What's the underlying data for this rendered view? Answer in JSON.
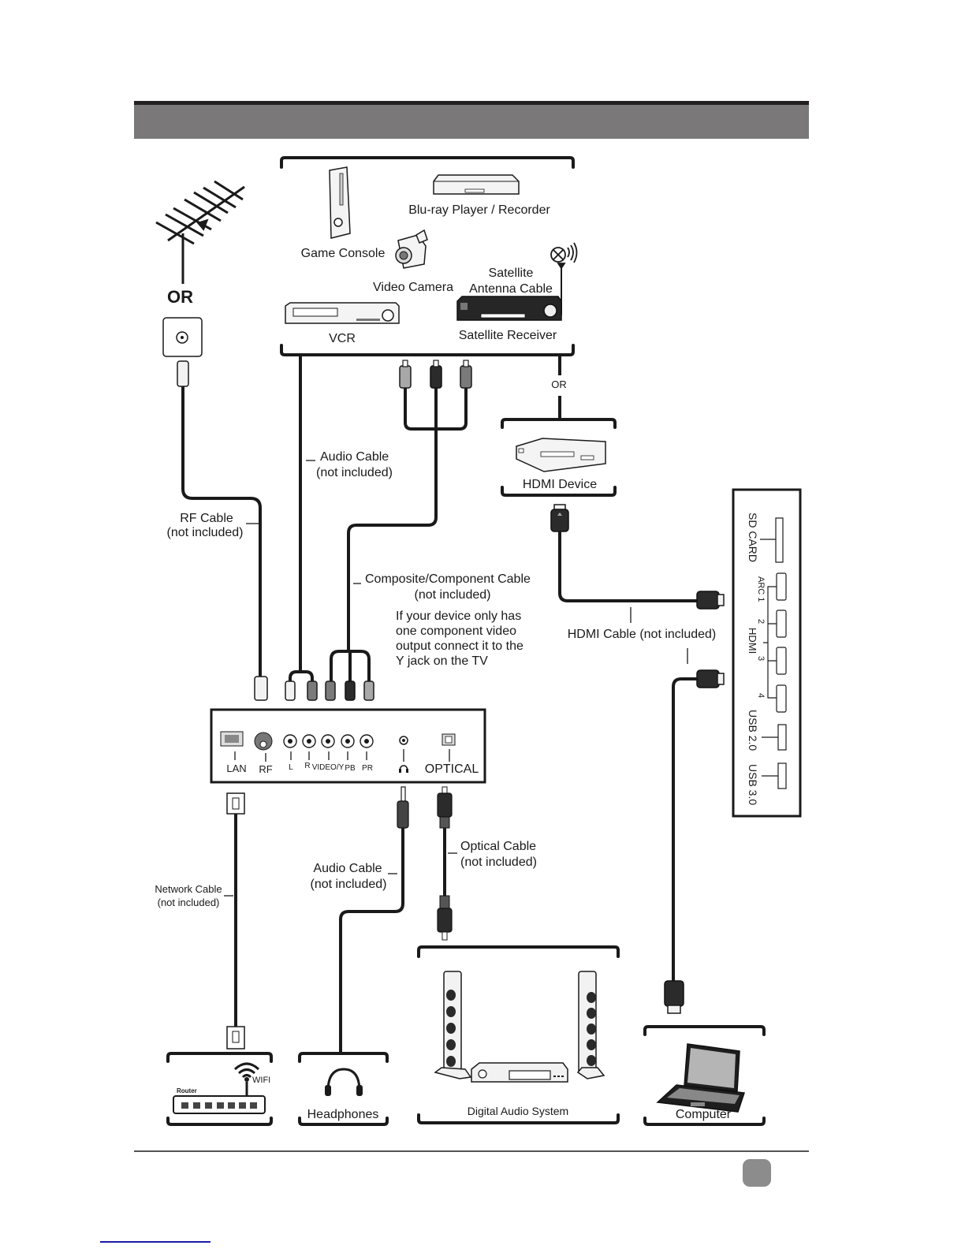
{
  "header": {
    "bar_color": "#7a7878",
    "rule_color": "#231f20"
  },
  "sources": {
    "antenna_or": "OR",
    "devices": {
      "game_console": "Game Console",
      "bluray": "Blu-ray Player / Recorder",
      "video_camera": "Video Camera",
      "satellite_cable_line1": "Satellite",
      "satellite_cable_line2": "Antenna Cable",
      "vcr": "VCR",
      "satellite_receiver": "Satellite Receiver"
    },
    "hdmi_or": "OR",
    "hdmi_device": "HDMI Device"
  },
  "cables": {
    "audio_top": {
      "line1": "Audio Cable",
      "line2": "(not included)"
    },
    "rf": {
      "line1": "RF Cable",
      "line2": "(not included)"
    },
    "composite": {
      "line1": "Composite/Component Cable",
      "line2": "(not included)"
    },
    "composite_note": [
      "If your device only has",
      "one component video",
      "output connect it to the",
      "Y jack on the TV"
    ],
    "hdmi": "HDMI Cable (not included)",
    "network": {
      "line1": "Network Cable",
      "line2": "(not included)"
    },
    "audio_bottom": {
      "line1": "Audio Cable",
      "line2": "(not included)"
    },
    "optical": {
      "line1": "Optical Cable",
      "line2": "(not included)"
    }
  },
  "tv_rear_panel": {
    "ports": [
      "LAN",
      "RF",
      "L",
      "R",
      "VIDEO/Y",
      "PB",
      "PR",
      "headphone-icon",
      "OPTICAL"
    ]
  },
  "tv_side_panel": {
    "sd_card": "SD CARD",
    "hdmi_group": "HDMI",
    "hdmi_ports": [
      "ARC 1",
      "2",
      "3",
      "4"
    ],
    "usb_ports": [
      "USB 2.0",
      "USB 3.0"
    ]
  },
  "outputs": {
    "router_label": "Router",
    "wifi_label": "WIFI",
    "headphones": "Headphones",
    "digital_audio": "Digital Audio System",
    "computer": "Computer"
  },
  "footer": {
    "page_badge_color": "#8c8c8c"
  }
}
